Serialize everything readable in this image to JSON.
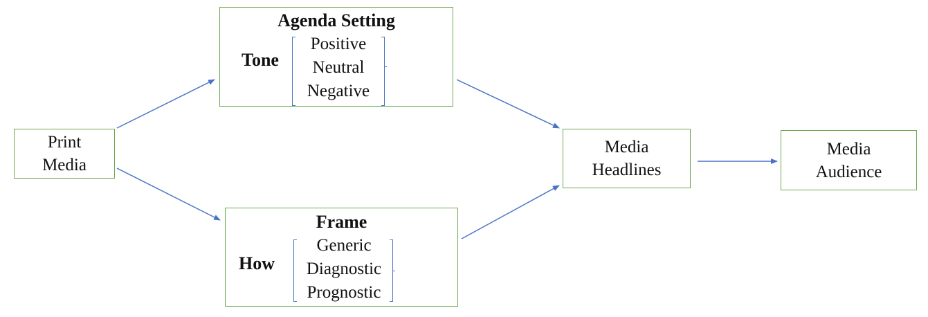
{
  "nodes": {
    "print_media": {
      "lines": [
        "Print",
        "Media"
      ]
    },
    "agenda_setting": {
      "title": "Agenda Setting",
      "side_label": "Tone",
      "options": [
        "Positive",
        "Neutral",
        "Negative"
      ]
    },
    "frame": {
      "title": "Frame",
      "side_label": "How",
      "options": [
        "Generic",
        "Diagnostic",
        "Prognostic"
      ]
    },
    "media_headlines": {
      "lines": [
        "Media",
        "Headlines"
      ]
    },
    "media_audience": {
      "lines": [
        "Media",
        "Audience"
      ]
    }
  },
  "edges": [
    {
      "from": "print_media",
      "to": "agenda_setting"
    },
    {
      "from": "print_media",
      "to": "frame"
    },
    {
      "from": "agenda_setting",
      "to": "media_headlines"
    },
    {
      "from": "frame",
      "to": "media_headlines"
    },
    {
      "from": "media_headlines",
      "to": "media_audience"
    }
  ],
  "colors": {
    "box_border": "#6aa84f",
    "arrow": "#4a72c4",
    "bracket": "#4a72c4",
    "text": "#111111"
  }
}
